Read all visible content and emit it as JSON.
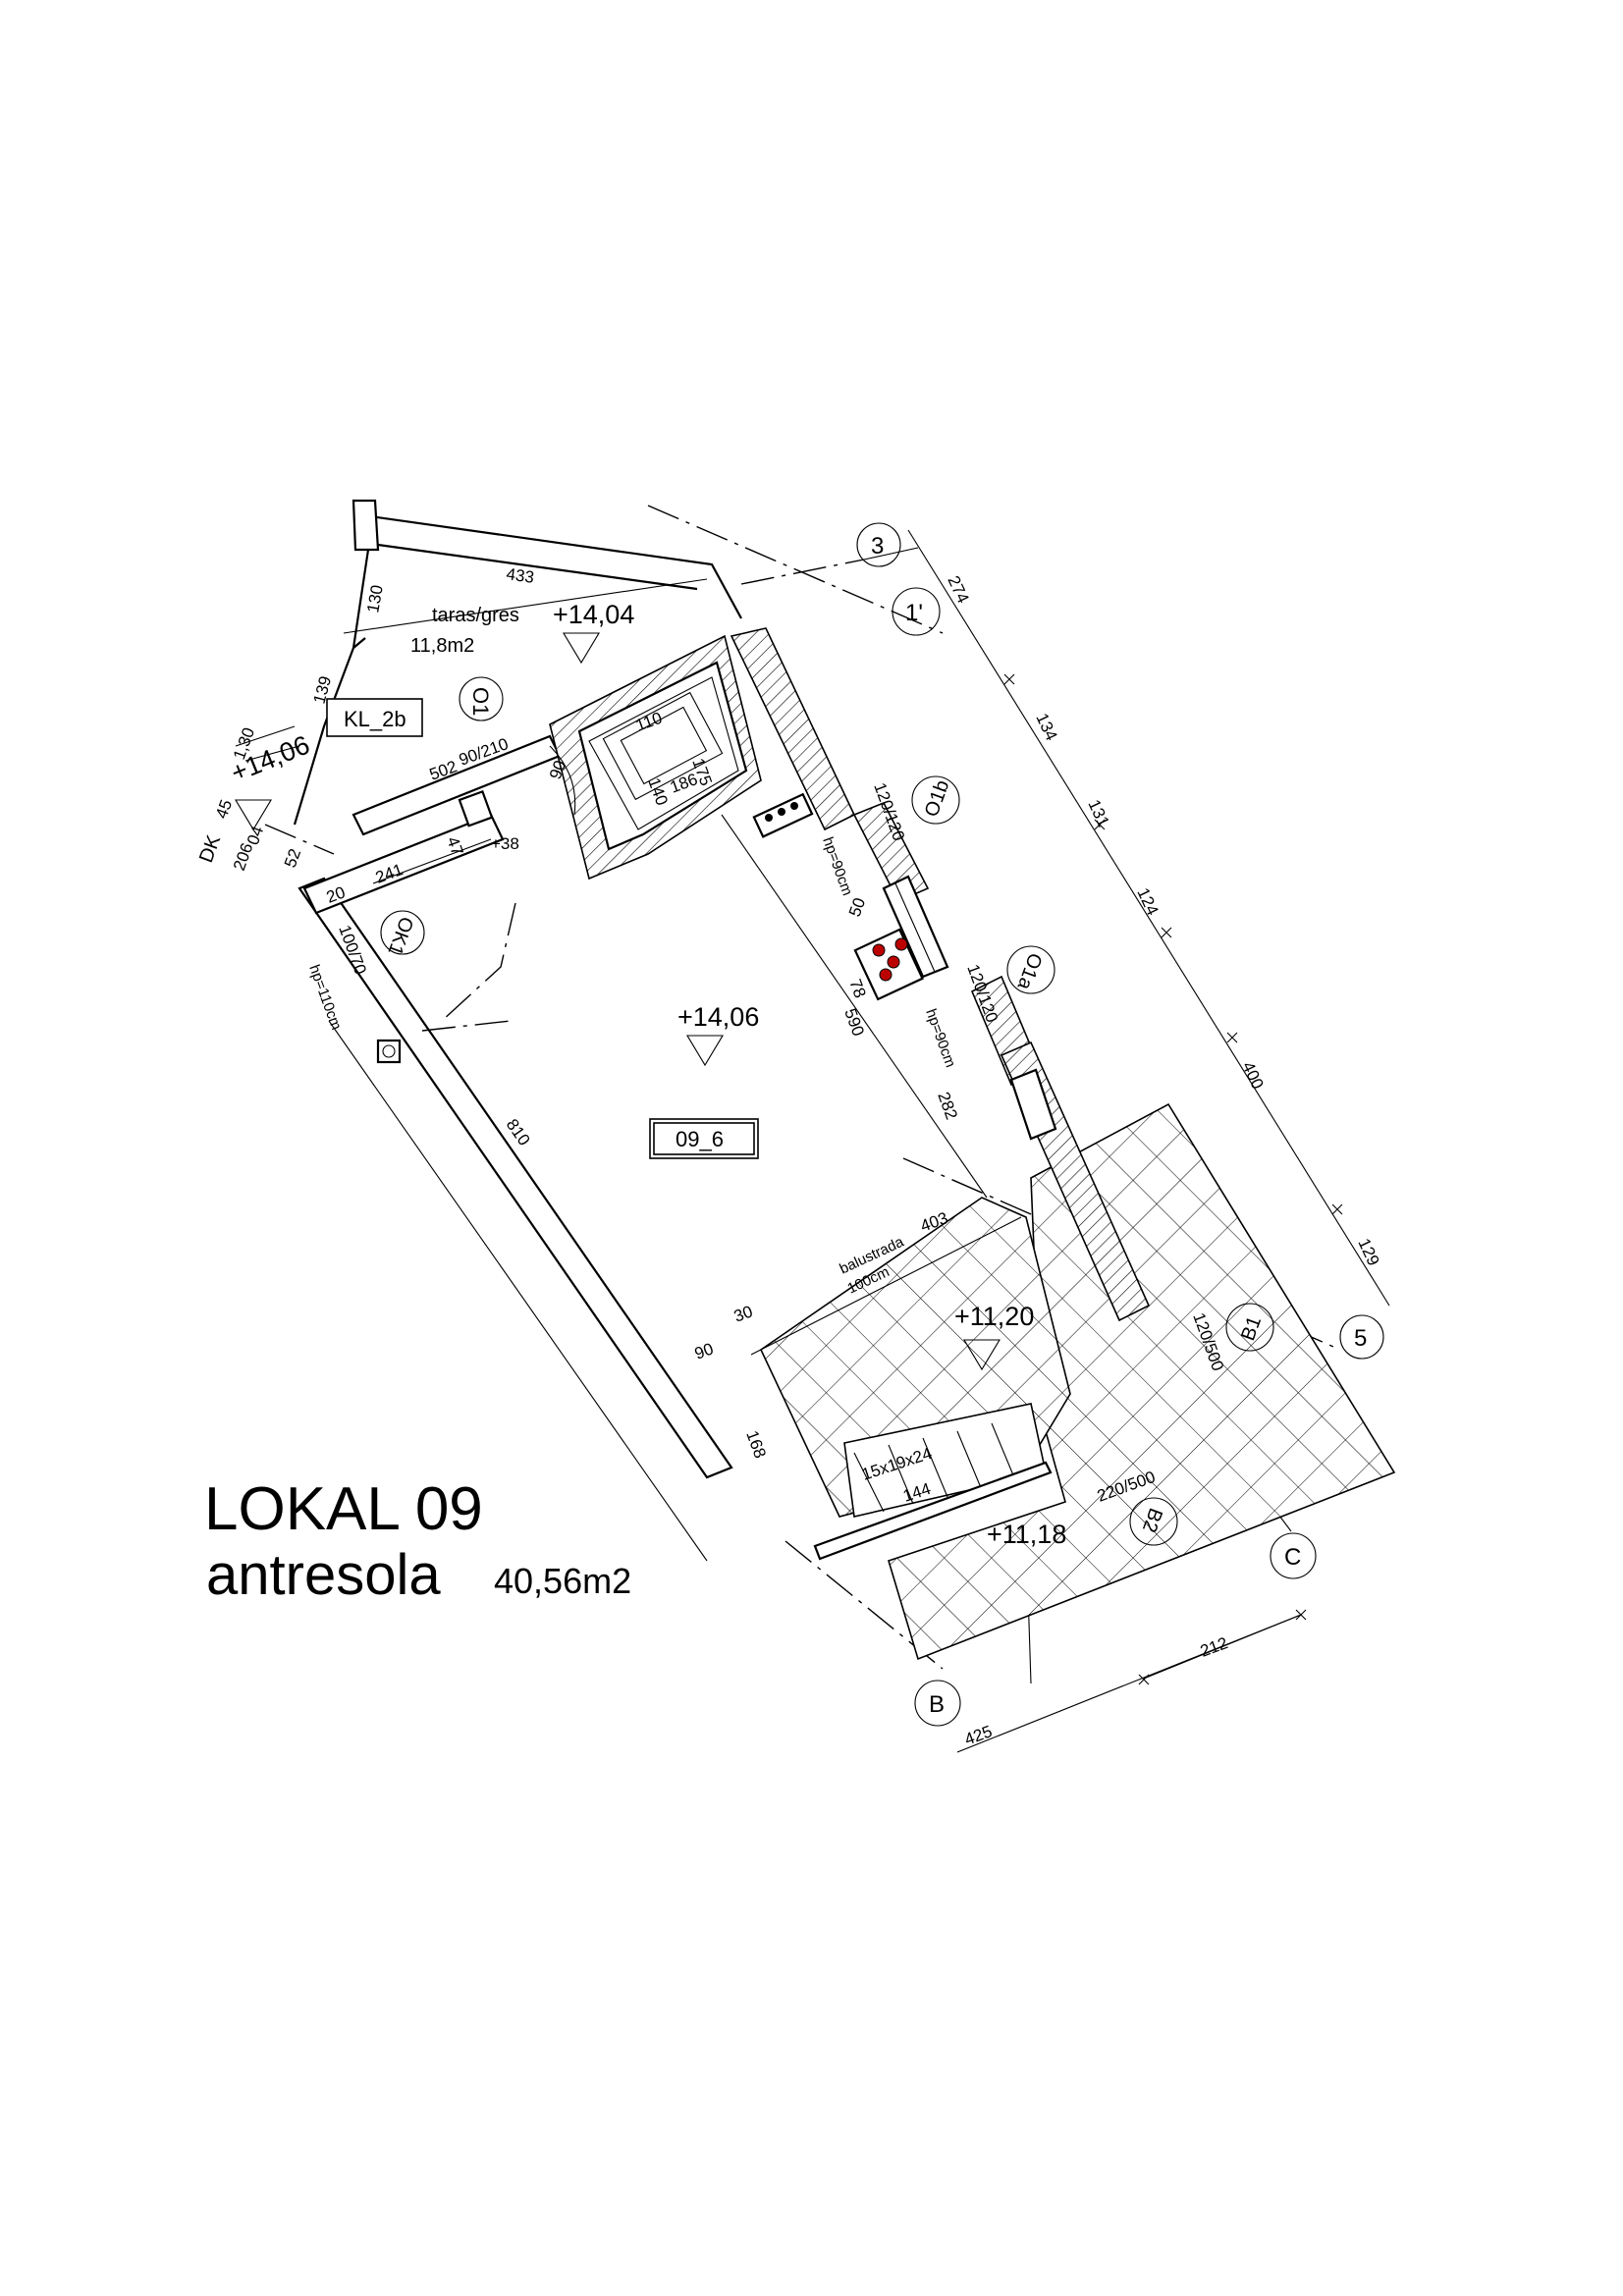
{
  "title": "LOKAL 09",
  "subtitle": "antresola",
  "area": "40,56m2",
  "room_tags": {
    "main": "09_6",
    "terrace": "KL_2b"
  },
  "terrace": {
    "label": "taras/gres",
    "area": "11,8m2"
  },
  "levels": {
    "terrace": "+14,04",
    "main": "+14,06",
    "left": "+14,06",
    "loggia": "+11,20",
    "lower": "+11,18"
  },
  "axes": {
    "a3": "3",
    "a1p": "1'",
    "a5": "5",
    "aB": "B",
    "aC": "C",
    "aB1": "B1",
    "aB2": "B2"
  },
  "windows": {
    "o1": "O1",
    "o1b": "O1b",
    "o1a": "O1a",
    "ok1": "OK1"
  },
  "dims": {
    "d433": "433",
    "d130": "130",
    "d139": "139",
    "d502": "502",
    "d90_210": "90/210",
    "d90a": "90",
    "d110": "110",
    "d175": "175",
    "d140": "140",
    "d186": "186",
    "d120_120a": "120/120",
    "d120_120b": "120/120",
    "d50": "50",
    "d78": "78",
    "d590": "590",
    "d282": "282",
    "d403": "403",
    "d810": "810",
    "d241": "241",
    "d20": "20",
    "d100_70": "100/70",
    "d47": "47",
    "d38": "+38",
    "d274": "274",
    "d134": "134",
    "d131": "131",
    "d124": "124",
    "d400": "400",
    "d129": "129",
    "d30": "30",
    "d90b": "90",
    "d168": "168",
    "d15x19": "15x19x24",
    "d144": "144",
    "d120_500": "120/500",
    "d220_500": "220/500",
    "d212": "212",
    "d425": "425",
    "d45": "45",
    "d04": "04",
    "d206": "206",
    "d52": "52",
    "dk": "DK",
    "d130b": "1,30"
  },
  "notes": {
    "hp1": "hp=90cm",
    "hp2": "hp=90cm",
    "hp3": "hp=110cm",
    "balustrada": "balustrada",
    "balustrada_h": "100cm"
  }
}
